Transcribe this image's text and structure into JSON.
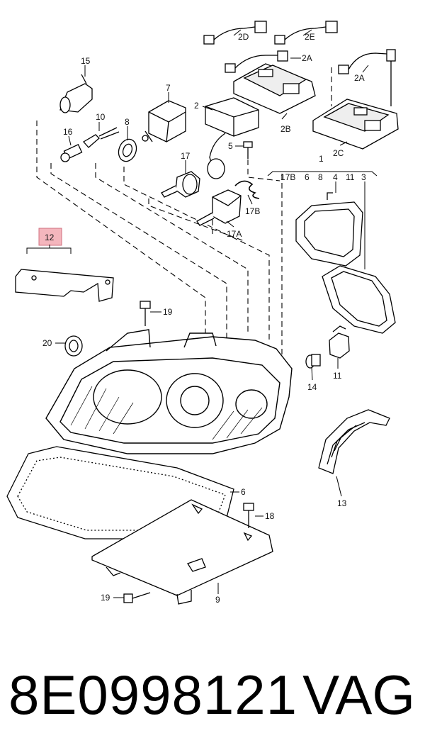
{
  "diagram": {
    "callouts": {
      "c15": "15",
      "c10": "10",
      "c16": "16",
      "c8": "8",
      "c7": "7",
      "c2": "2",
      "c2D": "2D",
      "c2E": "2E",
      "c2A_top": "2A",
      "c2A_right": "2A",
      "c2B": "2B",
      "c2C": "2C",
      "c5": "5",
      "c17": "17",
      "c17B_clip": "17B",
      "c17A": "17A",
      "c1": "1",
      "c17B_group": "17B",
      "c6_group": "6",
      "c8_group": "8",
      "c4": "4",
      "c11_group": "11",
      "c3": "3",
      "c12": "12",
      "c19_top": "19",
      "c20": "20",
      "c14": "14",
      "c11_bulb": "11",
      "c13": "13",
      "c6_seal": "6",
      "c18": "18",
      "c19_bottom": "19",
      "c9": "9"
    },
    "highlight_color": "#f4b6bd"
  },
  "footer": {
    "part_number": "8E0998121",
    "brand": "VAG"
  }
}
